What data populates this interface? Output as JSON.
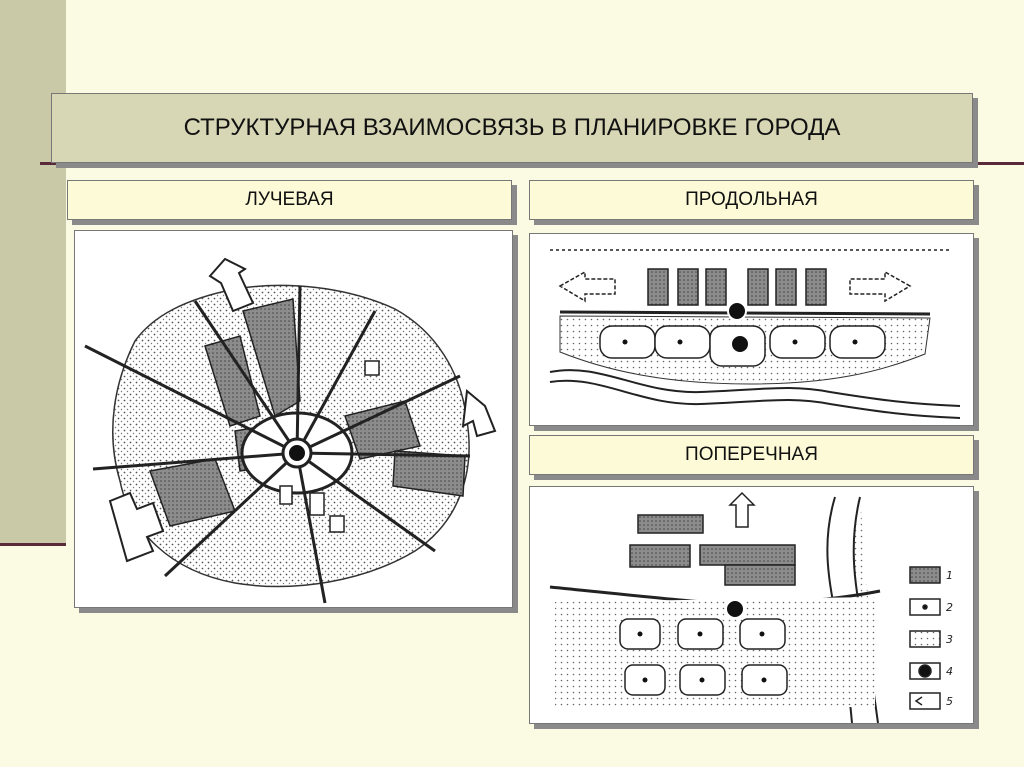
{
  "title": "СТРУКТУРНАЯ ВЗАИМОСВЯЗЬ В ПЛАНИРОВКЕ ГОРОДА",
  "sections": {
    "radial": "ЛУЧЕВАЯ",
    "longitudinal": "ПРОДОЛЬНАЯ",
    "transverse": "ПОПЕРЕЧНАЯ"
  },
  "legend": [
    "1",
    "2",
    "3",
    "4",
    "5"
  ],
  "colors": {
    "background": "#fbfbe4",
    "band": "#c9c9a7",
    "accent": "#5b2a3a"
  }
}
